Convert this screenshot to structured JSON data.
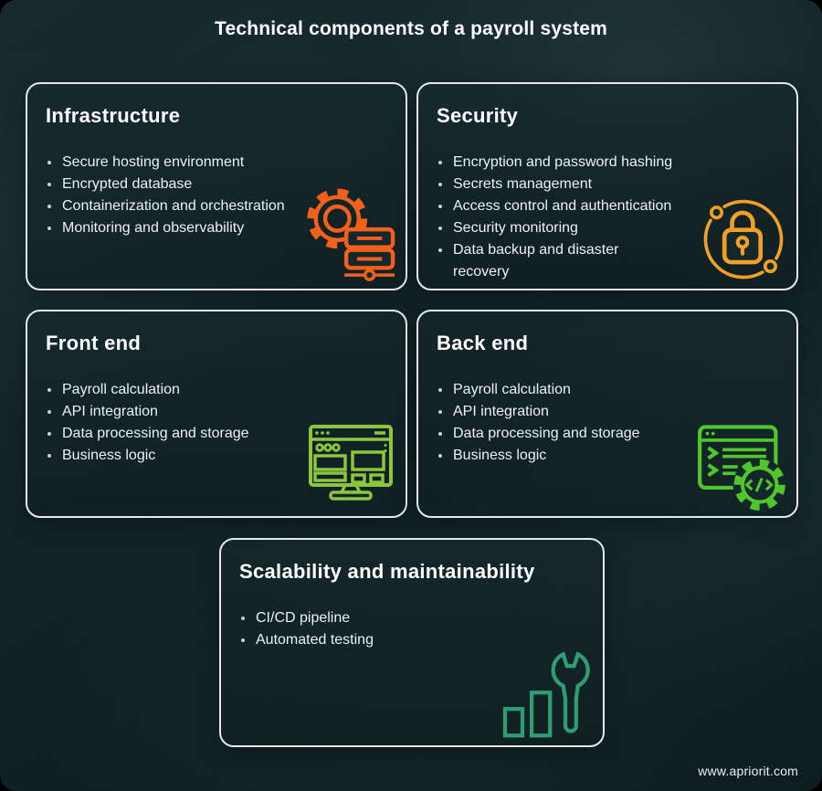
{
  "header": {
    "title": "Technical components of a payroll system"
  },
  "cards": [
    {
      "id": "infrastructure",
      "title": "Infrastructure",
      "items": [
        "Secure hosting environment",
        "Encrypted database",
        "Containerization and orchestration",
        "Monitoring and observability"
      ],
      "icon": "gear-server-icon",
      "accent": "#f2611c"
    },
    {
      "id": "security",
      "title": "Security",
      "items": [
        "Encryption and password hashing",
        "Secrets management",
        "Access control and authentication",
        "Security monitoring",
        "Data backup and disaster\nrecovery"
      ],
      "icon": "padlock-orbit-icon",
      "accent": "#f0a125"
    },
    {
      "id": "front-end",
      "title": "Front end",
      "items": [
        "Payroll calculation",
        "API integration",
        "Data processing and storage",
        "Business logic"
      ],
      "icon": "monitor-wireframe-icon",
      "accent": "#8cc63e"
    },
    {
      "id": "back-end",
      "title": "Back end",
      "items": [
        "Payroll calculation",
        "API integration",
        "Data processing and storage",
        "Business logic"
      ],
      "icon": "code-window-gear-icon",
      "accent": "#4fc62b"
    },
    {
      "id": "scalability",
      "title": "Scalability and maintainability",
      "items": [
        "CI/CD pipeline",
        "Automated testing"
      ],
      "icon": "wrench-growth-icon",
      "accent": "#2e9e72"
    }
  ],
  "footer": {
    "url": "www.apriorit.com"
  }
}
